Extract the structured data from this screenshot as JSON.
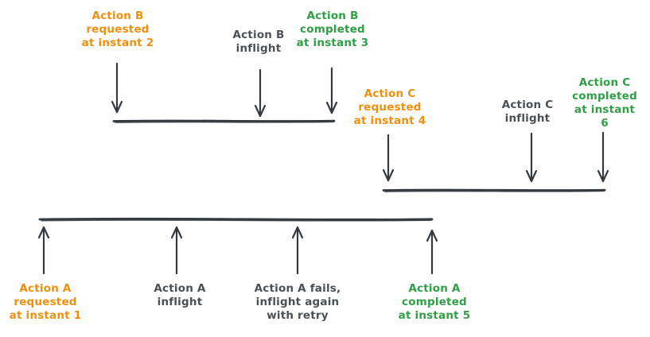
{
  "background": "#ffffff",
  "palette": {
    "requested_color": "#ef8f0d",
    "inflight_color": "#495057",
    "completed_color": "#2f9e44",
    "line_color": "#343a40"
  },
  "actions": {
    "b": {
      "requested": "Action B\nrequested\nat instant 2",
      "inflight": "Action B\ninflight",
      "completed": "Action B\ncompleted\nat instant 3"
    },
    "c": {
      "requested": "Action C\nrequested\nat instant 4",
      "inflight": "Action C\ninflight",
      "completed": "Action C\ncompleted\nat instant 6"
    },
    "a": {
      "requested": "Action A\nrequested\nat instant 1",
      "inflight": "Action A\ninflight",
      "retry": "Action A fails,\ninflight again\nwith retry",
      "completed": "Action A\ncompleted\nat instant 5"
    }
  }
}
